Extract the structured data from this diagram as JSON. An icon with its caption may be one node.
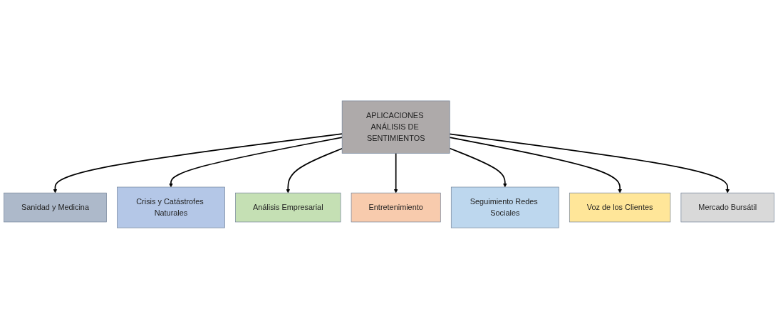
{
  "diagram": {
    "nodes": [
      {
        "text": [
          "Sanidad y Medicina"
        ]
      },
      {
        "text": [
          "Crisis y Catástrofes Naturales"
        ]
      },
      {
        "text": [
          "Análisis Empresarial"
        ]
      },
      {
        "text": [
          "APLICACIONES ANÁLISIS DE SENTIMIENTOS"
        ]
      },
      {
        "text": [
          "Entretenimiento"
        ]
      },
      {
        "text": [
          "Seguimiento Redes Sociales"
        ]
      },
      {
        "text": [
          "Voz de los Clientes"
        ]
      },
      {
        "text": [
          "Mercado Bursátil"
        ]
      }
    ],
    "edges": [
      {
        "from": 3,
        "to": 0,
        "arrow": "to"
      },
      {
        "from": 3,
        "to": 1,
        "arrow": "to"
      },
      {
        "from": 3,
        "to": 2,
        "arrow": "to"
      },
      {
        "from": 3,
        "to": 4,
        "arrow": "to"
      },
      {
        "from": 3,
        "to": 5,
        "arrow": "to"
      },
      {
        "from": 3,
        "to": 6,
        "arrow": "to"
      },
      {
        "from": 3,
        "to": 7,
        "arrow": "to"
      }
    ]
  }
}
